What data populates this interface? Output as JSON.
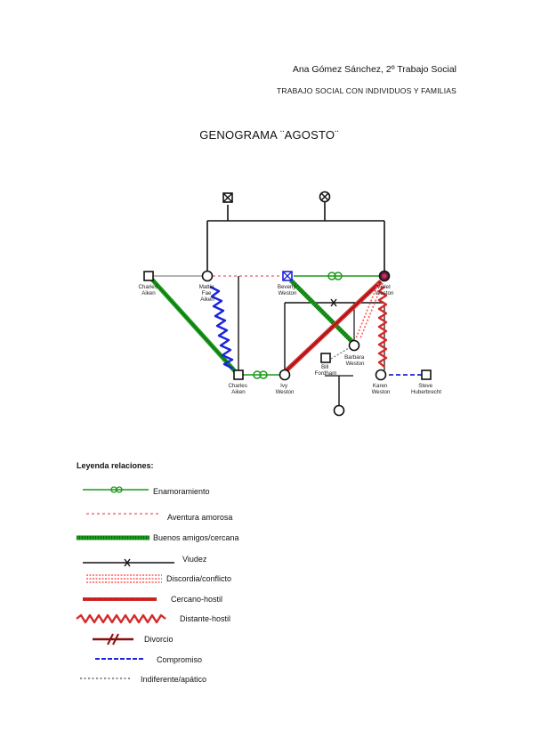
{
  "header": {
    "author": "Ana Gómez Sánchez, 2º Trabajo Social",
    "course": "TRABAJO SOCIAL CON INDIVIDUOS Y FAMILIAS"
  },
  "title": "GENOGRAMA ¨AGOSTO¨",
  "people": {
    "charles_aiken_sr": [
      "Charles",
      "Aiken"
    ],
    "mattie_fae": [
      "Mattie",
      "Fae",
      "Aiken"
    ],
    "beverly": [
      "Beverly",
      "Weston"
    ],
    "violet": [
      "Violet",
      "Weston"
    ],
    "barbara": [
      "Barbara",
      "Weston"
    ],
    "bill": [
      "Bill",
      "Fordham"
    ],
    "charles_jr": [
      "Charles",
      "Aiken"
    ],
    "ivy": [
      "Ivy",
      "Weston"
    ],
    "karen": [
      "Karen",
      "Weston"
    ],
    "steve": [
      "Steve",
      "Huberbrecht"
    ]
  },
  "legend": {
    "title": "Leyenda relaciones:",
    "items": [
      "Enamoramiento",
      "Aventura amorosa",
      "Buenos amigos/cercana",
      "Viudez",
      "Discordia/conflicto",
      "Cercano-hostil",
      "Distante-hostil",
      "Divorcio",
      "Compromiso",
      "Indiferente/apático"
    ]
  },
  "colors": {
    "green": "#1a9a1a",
    "pink": "#f49aa6",
    "red": "#d42a2a",
    "darkred": "#8b0f0f",
    "blue": "#1a25d9",
    "gray": "#666666"
  }
}
